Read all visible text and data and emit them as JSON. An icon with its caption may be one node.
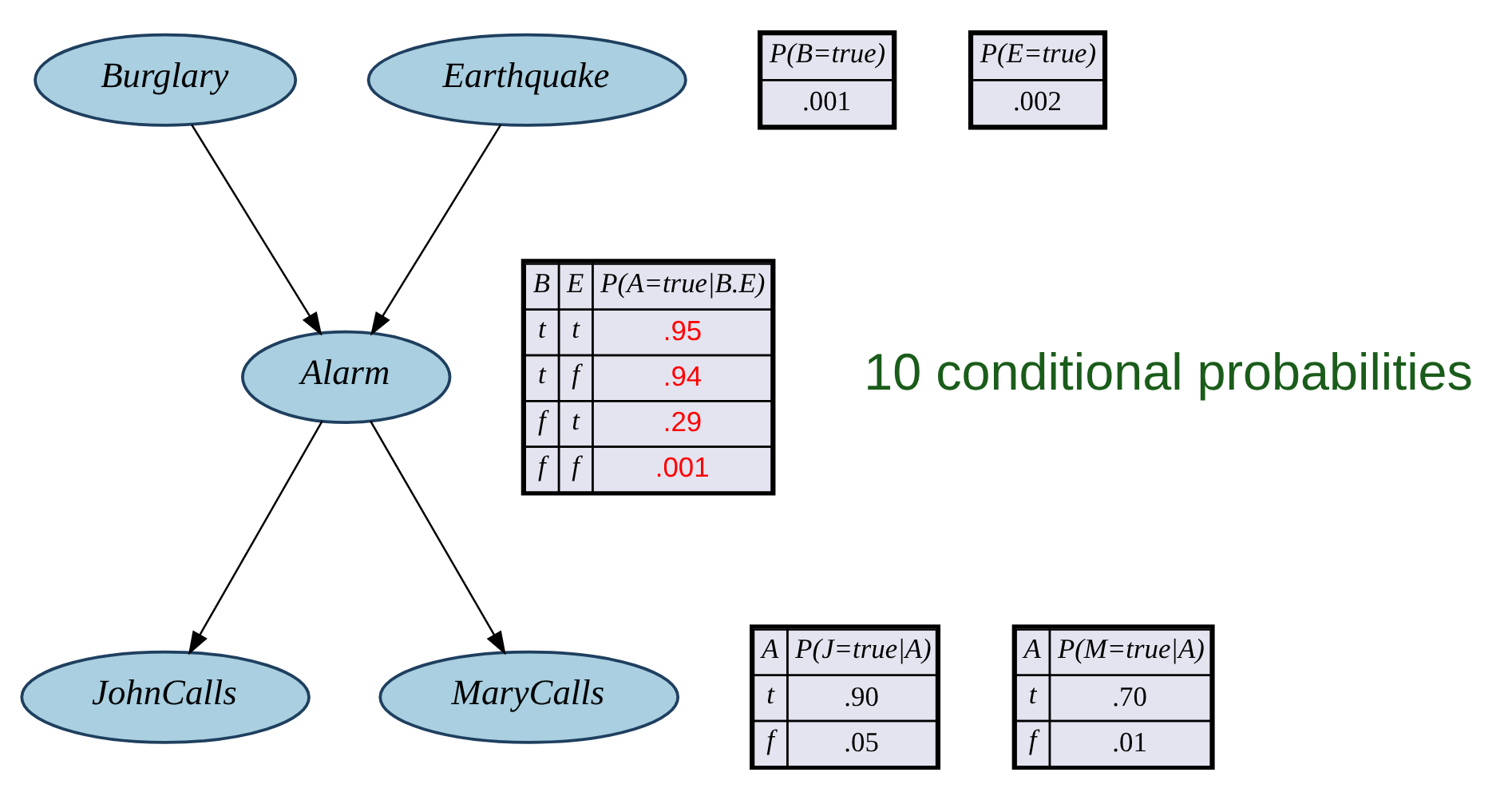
{
  "diagram": {
    "nodes": [
      {
        "text": [
          "Burglary"
        ]
      },
      {
        "text": [
          "Earthquake"
        ]
      },
      {
        "text": [
          "Alarm"
        ]
      },
      {
        "text": [
          "JohnCalls"
        ]
      },
      {
        "text": [
          "MaryCalls"
        ]
      },
      {
        "text": [
          "P(B=true)",
          ".001"
        ]
      },
      {
        "text": [
          "P(E=true)",
          ".002"
        ]
      },
      {
        "text": [
          "B",
          "E",
          "P(A=true|B.E)",
          "t",
          "t",
          ".95",
          "t",
          "f",
          ".94",
          "f",
          "t",
          ".29",
          "f",
          "f",
          ".001"
        ]
      },
      {
        "text": [
          "A",
          "P(J=true|A)",
          "t",
          ".90",
          "f",
          ".05"
        ]
      },
      {
        "text": [
          "A",
          "P(M=true|A)",
          "t",
          ".70",
          "f",
          ".01"
        ]
      }
    ],
    "edges": [
      {
        "from": 0,
        "to": 2,
        "arrow": "to"
      },
      {
        "from": 1,
        "to": 2,
        "arrow": "to"
      },
      {
        "from": 2,
        "to": 3,
        "arrow": "to"
      },
      {
        "from": 2,
        "to": 4,
        "arrow": "to"
      }
    ],
    "labels": [
      "10 conditional probabilities"
    ]
  }
}
